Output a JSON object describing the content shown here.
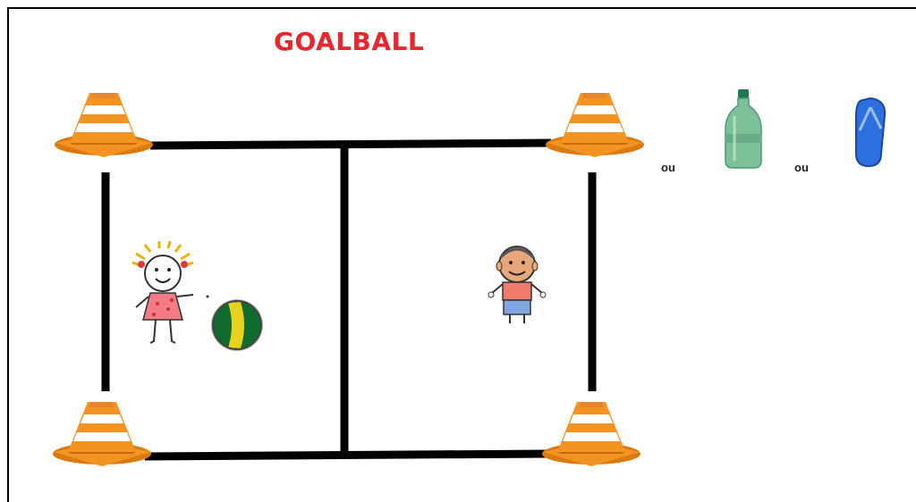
{
  "title": "GOALBALL",
  "alternative_separators": [
    "ou",
    "ou"
  ],
  "colors": {
    "title": "#e8262d",
    "cone_orange": "#f39322",
    "cone_white": "#ffffff",
    "court_lines": "#000000",
    "ball_green": "#0f6b2e",
    "ball_yellow": "#e8d21e",
    "bottle": "#7cc19a",
    "flip_flop": "#2e6fe0"
  },
  "icons": [
    "traffic-cone-icon",
    "girl-figure-icon",
    "boy-figure-icon",
    "goalball-ball-icon",
    "plastic-bottle-icon",
    "flip-flop-icon"
  ]
}
